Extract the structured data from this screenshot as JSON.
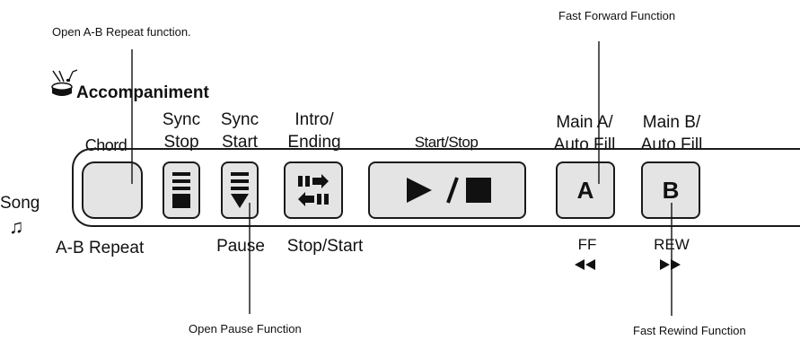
{
  "callouts": {
    "ab_repeat_open": "Open A-B Repeat function.",
    "fast_forward": "Fast Forward Function",
    "open_pause": "Open Pause Function",
    "fast_rewind": "Fast Rewind Function"
  },
  "section": {
    "title": "Accompaniment",
    "title_icon": "drum-with-note-icon"
  },
  "top_labels": {
    "chord": "Chord",
    "sync_stop_1": "Sync",
    "sync_stop_2": "Stop",
    "sync_start_1": "Sync",
    "sync_start_2": "Start",
    "intro_ending_1": "Intro/",
    "intro_ending_2": "Ending",
    "start_stop": "Start/Stop",
    "main_a_1": "Main A/",
    "main_a_2": "Auto Fill",
    "main_b_1": "Main B/",
    "main_b_2": "Auto Fill"
  },
  "bottom_labels": {
    "ab_repeat": "A-B Repeat",
    "pause": "Pause",
    "stop_start": "Stop/Start",
    "ff": "FF",
    "rew": "REW"
  },
  "side": {
    "song": "Song",
    "song_icon": "music-note-icon"
  },
  "buttons": {
    "main_a_letter": "A",
    "main_b_letter": "B",
    "start_stop_icon": "play-stop-icon",
    "ff_icon": "double-left-triangle-icon",
    "rew_icon": "double-right-triangle-icon"
  },
  "colors": {
    "button_fill": "#e4e4e4",
    "stroke": "#1a1a1a"
  }
}
